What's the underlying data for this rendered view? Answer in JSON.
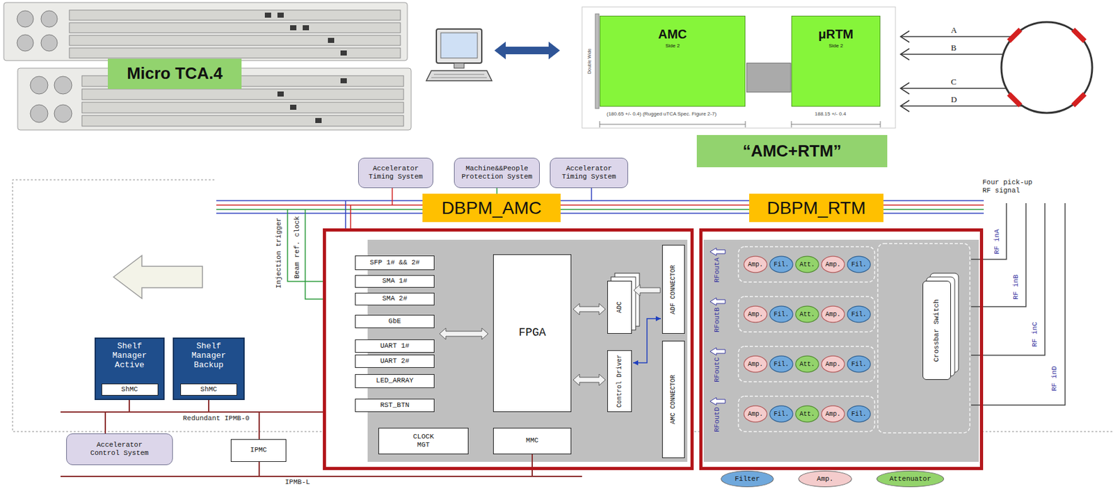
{
  "diagram": {
    "nodes": [
      {
        "text": [
          "Micro TCA.4"
        ]
      },
      {
        "text": [
          "AMC",
          "Side 2"
        ]
      },
      {
        "text": [
          "μRTM",
          "Side 2"
        ]
      },
      {
        "text": [
          "“AMC+RTM”"
        ]
      },
      {
        "text": [
          "Accelerator Timing System"
        ]
      },
      {
        "text": [
          "Machine&&People Protection System"
        ]
      },
      {
        "text": [
          "Accelerator Timing System"
        ]
      },
      {
        "text": [
          "DBPM_AMC"
        ]
      },
      {
        "text": [
          "SFP 1# && 2#"
        ],
        "in": 7
      },
      {
        "text": [
          "SMA 1#"
        ],
        "in": 7
      },
      {
        "text": [
          "SMA 2#"
        ],
        "in": 7
      },
      {
        "text": [
          "GbE"
        ],
        "in": 7
      },
      {
        "text": [
          "UART 1#"
        ],
        "in": 7
      },
      {
        "text": [
          "UART 2#"
        ],
        "in": 7
      },
      {
        "text": [
          "LED_ARRAY"
        ],
        "in": 7
      },
      {
        "text": [
          "RST_BTN"
        ],
        "in": 7
      },
      {
        "text": [
          "FPGA"
        ],
        "in": 7
      },
      {
        "text": [
          "ADC"
        ],
        "in": 7
      },
      {
        "text": [
          "Control Driver"
        ],
        "in": 7
      },
      {
        "text": [
          "ADF CONNECTOR"
        ],
        "in": 7
      },
      {
        "text": [
          "AMC CONNECTOR"
        ],
        "in": 7
      },
      {
        "text": [
          "CLOCK MGT"
        ],
        "in": 7
      },
      {
        "text": [
          "MMC"
        ],
        "in": 7
      },
      {
        "text": [
          "DBPM_RTM"
        ]
      },
      {
        "text": [
          "Amp."
        ],
        "in": 23
      },
      {
        "text": [
          "Fil."
        ],
        "in": 23
      },
      {
        "text": [
          "Att."
        ],
        "in": 23
      },
      {
        "text": [
          "Amp."
        ],
        "in": 23
      },
      {
        "text": [
          "Fil."
        ],
        "in": 23
      },
      {
        "text": [
          "Amp."
        ],
        "in": 23
      },
      {
        "text": [
          "Fil."
        ],
        "in": 23
      },
      {
        "text": [
          "Att."
        ],
        "in": 23
      },
      {
        "text": [
          "Amp."
        ],
        "in": 23
      },
      {
        "text": [
          "Fil."
        ],
        "in": 23
      },
      {
        "text": [
          "Amp."
        ],
        "in": 23
      },
      {
        "text": [
          "Fil."
        ],
        "in": 23
      },
      {
        "text": [
          "Att."
        ],
        "in": 23
      },
      {
        "text": [
          "Amp."
        ],
        "in": 23
      },
      {
        "text": [
          "Fil."
        ],
        "in": 23
      },
      {
        "text": [
          "Amp."
        ],
        "in": 23
      },
      {
        "text": [
          "Fil."
        ],
        "in": 23
      },
      {
        "text": [
          "Att."
        ],
        "in": 23
      },
      {
        "text": [
          "Amp."
        ],
        "in": 23
      },
      {
        "text": [
          "Fil."
        ],
        "in": 23
      },
      {
        "text": [
          "Crossbar Switch"
        ],
        "in": 23
      },
      {
        "text": [
          "Shelf Manager Active"
        ]
      },
      {
        "text": [
          "ShMC"
        ],
        "in": 45
      },
      {
        "text": [
          "Shelf Manager Backup"
        ]
      },
      {
        "text": [
          "ShMC"
        ],
        "in": 47
      },
      {
        "text": [
          "Accelerator Control System"
        ]
      },
      {
        "text": [
          "IPMC"
        ]
      }
    ],
    "edges": [
      {
        "from": 16,
        "to": 17,
        "arrow": "both"
      },
      {
        "from": 16,
        "to": 18,
        "arrow": "both"
      },
      {
        "from": 19,
        "to": 17,
        "arrow": "to"
      },
      {
        "from": 19,
        "to": 18,
        "arrow": "both"
      }
    ],
    "labels": [
      "Double Wide",
      "(180.65 +/- 0.4) (Rugged uTCA Spec. Figure 2-7)",
      "188.15 +/- 0.4",
      "A",
      "B",
      "C",
      "D",
      "Four pick-up RF signal",
      "Injection trigger",
      "Beam ref. clock",
      "RFoutA",
      "RFoutB",
      "RFoutC",
      "RFoutD",
      "RF inA",
      "RF inB",
      "RF inC",
      "RF inD",
      "Redundant IPMB-0",
      "IPMB-L"
    ],
    "legend": [
      {
        "text": "Filter",
        "color": "#6fa8dc"
      },
      {
        "text": "Amp.",
        "color": "#f4cccc"
      },
      {
        "text": "Attenuator",
        "color": "#93d36b"
      }
    ]
  }
}
